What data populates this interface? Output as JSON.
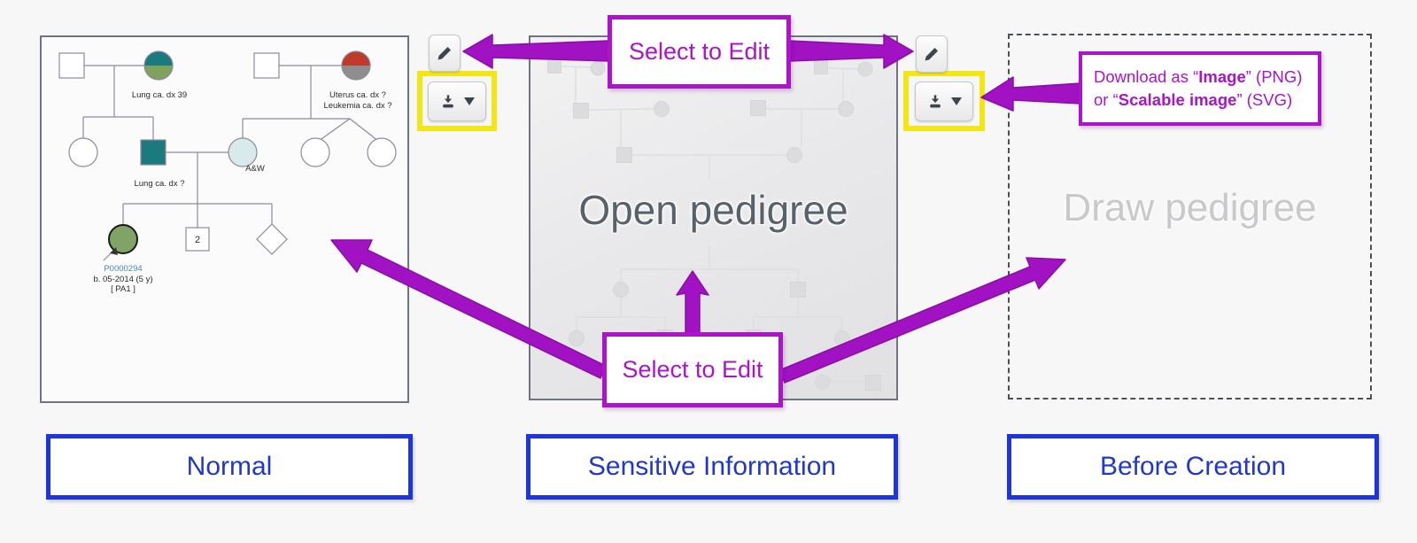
{
  "colors": {
    "magenta_accent": "#AB14CB",
    "arrow_magenta": "#A112C2",
    "caption_blue_border": "#1E35DE",
    "caption_blue_text": "#2338C8",
    "highlight_yellow": "#F4E515",
    "teal_affected": "#1B7A7E",
    "olive_affected": "#7FA25E",
    "red_affected": "#BF3A28",
    "gray_affected": "#8E8E8E",
    "proband_green": "#7FA465",
    "carrier_cyan": "#D9EAEA"
  },
  "icons": {
    "edit": "pencil-icon",
    "download": "download-icon",
    "dropdown": "caret-down-icon",
    "proband_pointer": "proband-arrow-icon"
  },
  "annotations": {
    "select_to_edit_top": "Select to Edit",
    "select_to_edit_bottom": "Select to Edit",
    "download_note": {
      "l1a": "Download as “",
      "l1b": "Image",
      "l1c": "” (PNG)",
      "l2a": "or “",
      "l2b": "Scalable image",
      "l2c": "” (SVG)"
    }
  },
  "panels": {
    "normal": {
      "caption": "Normal",
      "pedigree": {
        "lung39": "Lung ca. dx 39",
        "uterus": "Uterus ca. dx ?",
        "leukemia": "Leukemia ca. dx ?",
        "lung_unknown": "Lung ca. dx ?",
        "aw": "A&W",
        "sib_count": "2",
        "proband_id": "P0000294",
        "proband_birth": "b. 05-2014 (5 y)",
        "proband_tag": "[ PA1 ]"
      }
    },
    "sensitive": {
      "caption": "Sensitive Information",
      "title": "Open pedigree"
    },
    "before": {
      "caption": "Before Creation",
      "title": "Draw pedigree"
    }
  }
}
